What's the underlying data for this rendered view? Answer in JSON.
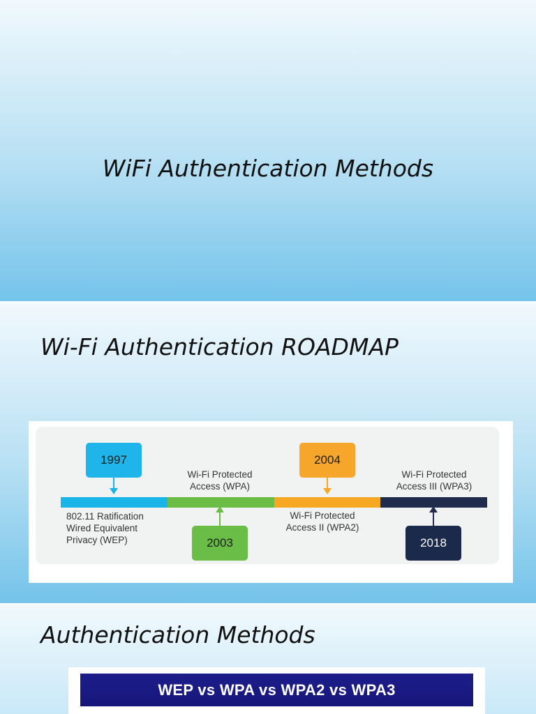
{
  "slides": [
    {
      "title": "WiFi Authentication Methods"
    },
    {
      "title": "Wi-Fi Authentication ROADMAP"
    },
    {
      "title": "Authentication Methods"
    }
  ],
  "roadmap": {
    "colors": {
      "wep": "#1ab4e8",
      "wpa": "#6bbd45",
      "wpa2": "#f7a823",
      "wpa3": "#1f2c4b"
    },
    "milestones": [
      {
        "year": "1997",
        "label_lines": [
          "802.11 Ratification",
          "Wired Equivalent",
          "Privacy (WEP)"
        ]
      },
      {
        "year": "2003",
        "label_lines": [
          "Wi-Fi Protected",
          "Access (WPA)"
        ]
      },
      {
        "year": "2004",
        "label_lines": [
          "Wi-Fi Protected",
          "Access II (WPA2)"
        ]
      },
      {
        "year": "2018",
        "label_lines": [
          "Wi-Fi Protected",
          "Access III (WPA3)"
        ]
      }
    ]
  },
  "comparison": {
    "banner": "WEP vs WPA vs WPA2 vs WPA3"
  }
}
